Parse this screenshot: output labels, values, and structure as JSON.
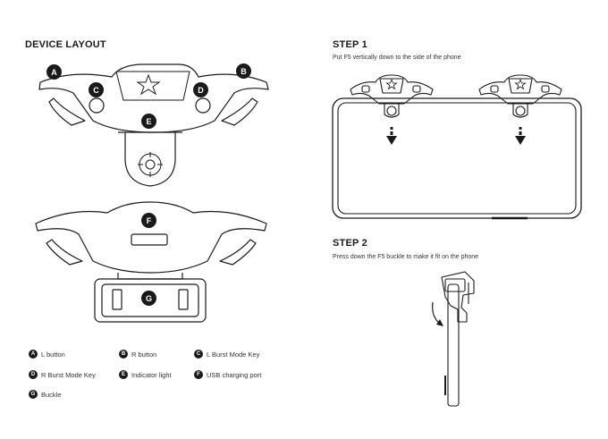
{
  "device_layout": {
    "title": "DEVICE LAYOUT",
    "callouts": [
      "A",
      "B",
      "C",
      "D",
      "E",
      "F",
      "G"
    ],
    "legend": [
      {
        "key": "A",
        "label": "L button"
      },
      {
        "key": "B",
        "label": "R button"
      },
      {
        "key": "C",
        "label": "L Burst Mode Key"
      },
      {
        "key": "D",
        "label": "R Burst Mode Key"
      },
      {
        "key": "E",
        "label": "Indicator light"
      },
      {
        "key": "F",
        "label": "USB charging port"
      },
      {
        "key": "G",
        "label": "Buckle"
      }
    ]
  },
  "step1": {
    "title": "STEP 1",
    "text": "Put F5 vertically down to the side of the phone"
  },
  "step2": {
    "title": "STEP 2",
    "text": "Press down the F5 buckle to make it fit on the phone"
  },
  "icons": [
    "star-icon",
    "dpad-icon",
    "down-arrow-icon",
    "curved-arrow-icon"
  ]
}
